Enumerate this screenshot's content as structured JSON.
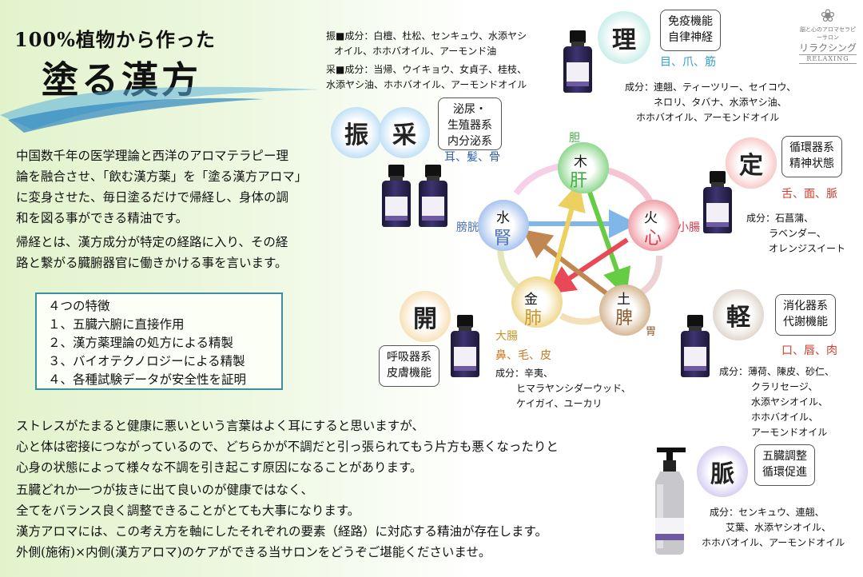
{
  "header": {
    "line1": "100%植物から作った",
    "line2": "塗る漢方"
  },
  "intro": {
    "p1": [
      "中国数千年の医学理論と西洋のアロマテラピー理",
      "論を融合させ、「飲む漢方薬」を「塗る漢方アロマ」",
      "に変身させた、毎日塗るだけで帰経し、身体の調",
      "和を図る事ができる精油です。"
    ],
    "p2": [
      "帰経とは、漢方成分が特定の経路に入り、その経",
      "路と繋がる臓腑器官に働きかける事を言います。"
    ]
  },
  "features": [
    "４つの特徴",
    "１、五臓六腑に直接作用",
    "２、漢方薬理論の処方による精製",
    "３、バイオテクノロジーによる精製",
    "４、各種試験データが安全性を証明"
  ],
  "bottom": {
    "p1": [
      "ストレスがたまると健康に悪いという言葉はよく耳にすると思いますが、",
      "心と体は密接につながっているので、どちらかが不調だと引っ張られてもう片方も悪くなったりと",
      "心身の状態によって様々な不調を引き起こす原因になることがあります。"
    ],
    "p2": [
      "五臓どれか一つが抜きに出て良いのが健康ではなく、",
      "全てをバランス良く調整できることがとても大事になります。",
      "漢方アロマには、この考え方を軸にしたそれぞれの要素（経路）に対応する精油が存在します。"
    ],
    "p3": "外側(施術)×内側(漢方アロマ)のケアができる当サロンをどうぞご堪能くださいませ。"
  },
  "brand": {
    "sub": "脳と心のアロマセラピーサロン",
    "jp": "リラクシング",
    "en": "RELAXING"
  },
  "ri": {
    "kanji": "理",
    "box": [
      "免疫機能",
      "自律神経"
    ],
    "parts": "目、爪、筋",
    "ingredients": [
      "成分：連翹、ティーツリー、セイコウ、",
      "ネロリ、タバナ、水添ヤシ油、",
      "ホホバオイル、アーモンドオイル"
    ]
  },
  "shin_sai": {
    "kanji1": "振",
    "kanji2": "采",
    "box": [
      "泌尿・",
      "生殖器系",
      "内分泌系"
    ],
    "parts": "耳、髪、骨",
    "ingredients1": [
      "振■成分：白檀、杜松、センキュウ、水添ヤシ",
      "オイル、ホホバオイル、アーモンド油"
    ],
    "ingredients2": [
      "采■成分：当帰、ウイキョウ、女貞子、桂枝、",
      "水添ヤシ油、ホホバオイル、アーモンドオイル"
    ]
  },
  "tei": {
    "kanji": "定",
    "box": [
      "循環器系",
      "精神状態"
    ],
    "parts": "舌、面、脈",
    "ingredients": [
      "成分：石菖蒲、",
      "ラベンダー、",
      "オレンジスイート"
    ]
  },
  "kei": {
    "kanji": "軽",
    "box": [
      "消化器系",
      "代謝機能"
    ],
    "parts": "口、唇、肉",
    "ingredients": [
      "成分：薄荷、陳皮、砂仁、",
      "クラリセージ、",
      "水添ヤシオイル、",
      "ホホバオイル、",
      "アーモンドオイル"
    ]
  },
  "kai": {
    "kanji": "開",
    "box": [
      "呼吸器系",
      "皮膚機能"
    ],
    "parts": "鼻、毛、皮",
    "ingredients": [
      "成分：辛夷、",
      "ヒマラヤンシダーウッド、",
      "ケイガイ、ユーカリ"
    ]
  },
  "myaku": {
    "kanji": "脈",
    "box": [
      "五臓調整",
      "循環促進"
    ],
    "ingredients": [
      "成分：センキュウ、連翹、",
      "艾葉、水添ヤシオイル、",
      "ホホバオイル、アーモンドオイル"
    ]
  },
  "wheel": {
    "wood": {
      "element": "木",
      "organ": "肝",
      "fu": "胆"
    },
    "fire": {
      "element": "火",
      "organ": "心",
      "fu": "小腸"
    },
    "earth": {
      "element": "土",
      "organ": "脾",
      "fu": "胃"
    },
    "metal": {
      "element": "金",
      "organ": "肺",
      "fu": "大腸"
    },
    "water": {
      "element": "水",
      "organ": "腎",
      "fu": "膀胱"
    }
  },
  "colors": {
    "wood": "#3fae3f",
    "fire": "#d93a4a",
    "earth": "#8a5a2a",
    "metal": "#c8962a",
    "water": "#4a6fb8",
    "parts_blue": "#2f5fb0",
    "parts_red": "#d23a2a",
    "parts_orange": "#c87a20"
  },
  "icons": [
    "lotus-icon",
    "bottle-icon",
    "pump-bottle-icon"
  ]
}
